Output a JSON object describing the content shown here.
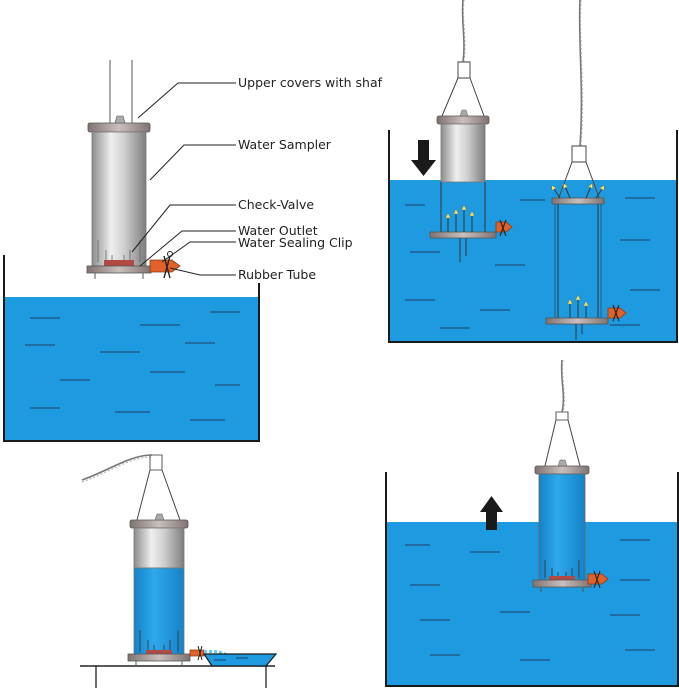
{
  "labels": {
    "upper_covers": "Upper covers with shaf",
    "water_sampler": "Water Sampler",
    "check_valve": "Check-Valve",
    "water_outlet": "Water Outlet",
    "water_sealing_clip": "Water Sealing Clip",
    "rubber_tube": "Rubber Tube"
  },
  "icons": {
    "down_arrow": "arrow-down-icon",
    "up_arrow": "arrow-up-icon"
  },
  "colors": {
    "water": "#1e9be0",
    "water_line": "#1f4f7a",
    "cylinder_dark": "#8a8a8a",
    "cylinder_light": "#e6e6e6",
    "cover": "#9a8f8d",
    "tube": "#e0622a",
    "valve": "#f2e86a"
  }
}
